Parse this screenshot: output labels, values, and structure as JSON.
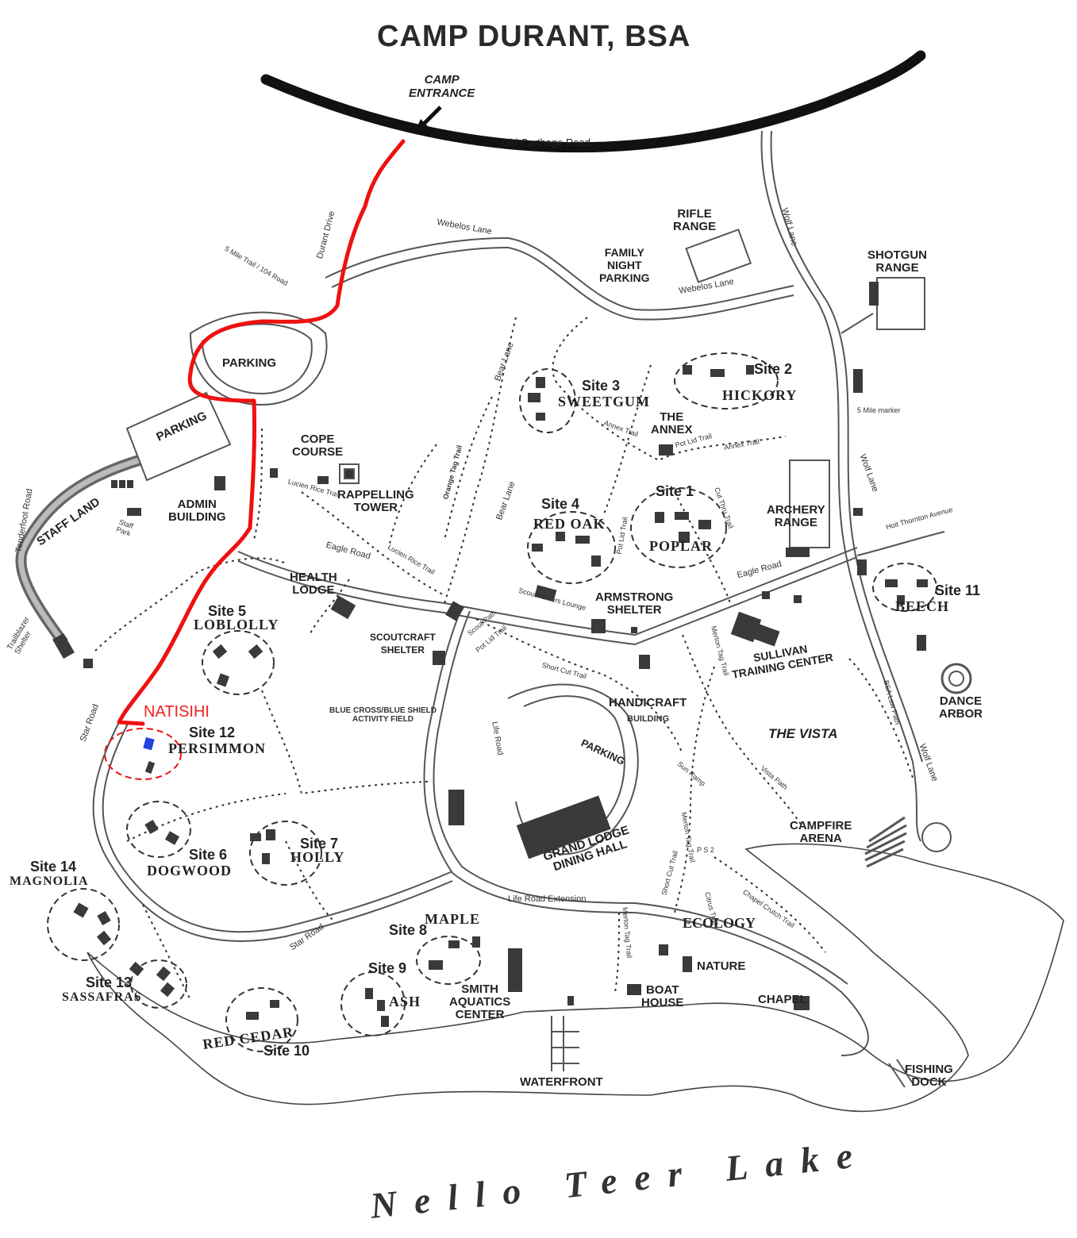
{
  "title": "CAMP DURANT, BSA",
  "lake": "Nello Teer Lake",
  "entrance": "CAMP\nENTRANCE",
  "roads": {
    "old_carthage": "Old Carthage Road",
    "webelos_1": "Webelos Lane",
    "webelos_2": "Webelos Lane",
    "durant_drive": "Durant Drive",
    "five_mile": "5 Mile Trail / 104 Road",
    "wolf_lane_1": "Wolf Lane",
    "wolf_lane_2": "Wolf Lane",
    "wolf_lane_3": "Wolf Lane",
    "bear_lane_1": "Bear Lane",
    "bear_lane_2": "Bear Lane",
    "eagle_road_1": "Eagle Road",
    "eagle_road_2": "Eagle Road",
    "tenderfoot": "Tenderfoot Road",
    "star_road_1": "Star Road",
    "star_road_2": "Star Road",
    "life_road": "Life Road",
    "life_road_ext": "Life Road Extension",
    "hoit_thornton": "Hoit Thornton Avenue",
    "five_mile_marker": "5 Mile marker",
    "annex_trail_1": "Annex Trail",
    "annex_trail_2": "Annex Trail",
    "pot_lid_1": "Pot Lid Trail",
    "pot_lid_2": "Pot Lid Trail",
    "pot_lid_3": "Pot Lid Trail",
    "cut_thru": "Cut Thru Trail",
    "lucien_rice_1": "Lucien Rice Trail",
    "lucien_rice_2": "Lucien Rice Trail",
    "orange_tag": "Orange Tag Trail",
    "scout_path": "Scout Path",
    "short_cut_1": "Short Cut Trail",
    "short_cut_2": "Short Cut Trail",
    "merton_tag_1": "Merton Tag Trail",
    "merton_tag_2": "Merton Tag Trail",
    "merton_tag_3": "Merton Tag Trail",
    "bsa_law": "BSA Law Path",
    "vista_path": "Vista Path",
    "chapel_crutch": "Chapel Crutch Trail",
    "citrus": "Citrus Trail",
    "sun_ramp": "Sun Ramp",
    "scoutmasters": "Scoutmasters Lounge",
    "ps2": "P S 2"
  },
  "places": {
    "rifle_range": "RIFLE\nRANGE",
    "family_night": "FAMILY\nNIGHT\nPARKING",
    "shotgun_range": "SHOTGUN\nRANGE",
    "parking_1": "PARKING",
    "parking_2": "PARKING",
    "parking_3": "PARKING",
    "cope_course": "COPE\nCOURSE",
    "rappelling": "RAPPELLING\nTOWER",
    "staff_land": "STAFF LAND",
    "staff_park": "Staff\nPark",
    "admin": "ADMIN\nBUILDING",
    "health_lodge": "HEALTH\nLODGE",
    "scoutcraft": "SCOUTCRAFT\nSHELTER",
    "annex": "THE\nANNEX",
    "archery": "ARCHERY\nRANGE",
    "armstrong": "ARMSTRONG\nSHELTER",
    "sullivan": "SULLIVAN\nTRAINING CENTER",
    "dance_arbor": "DANCE\nARBOR",
    "handicraft": "HANDICRAFT",
    "handicraft_bldg": "BUILDING",
    "the_vista": "THE VISTA",
    "activity_field": "BLUE CROSS/BLUE SHIELD\nACTIVITY FIELD",
    "grand_lodge": "GRAND LODGE\nDINING HALL",
    "campfire": "CAMPFIRE\nARENA",
    "ecology": "ECOLOGY",
    "nature": "NATURE",
    "boat_house": "BOAT\nHOUSE",
    "chapel": "CHAPEL",
    "smith": "SMITH\nAQUATICS\nCENTER",
    "waterfront": "WATERFRONT",
    "fishing_dock": "FISHING\nDOCK",
    "trailblazer": "Trailblazer\nShelter"
  },
  "sites": {
    "s1": {
      "num": "Site 1",
      "name": "POPLAR"
    },
    "s2": {
      "num": "Site 2",
      "name": "HICKORY"
    },
    "s3": {
      "num": "Site 3",
      "name": "SWEETGUM"
    },
    "s4": {
      "num": "Site 4",
      "name": "RED OAK"
    },
    "s5": {
      "num": "Site 5",
      "name": "LOBLOLLY"
    },
    "s6": {
      "num": "Site 6",
      "name": "DOGWOOD"
    },
    "s7": {
      "num": "Site 7",
      "name": "HOLLY"
    },
    "s8": {
      "num": "Site 8",
      "name": "MAPLE"
    },
    "s9": {
      "num": "Site 9",
      "name": "ASH"
    },
    "s10": {
      "num": "Site 10",
      "name": "RED CEDAR"
    },
    "s11": {
      "num": "Site 11",
      "name": "BEECH"
    },
    "s12": {
      "num": "Site 12",
      "name": "PERSIMMON"
    },
    "s13": {
      "num": "Site 13",
      "name": "SASSAFRAS"
    },
    "s14": {
      "num": "Site 14",
      "name": "MAGNOLIA"
    }
  },
  "annotation": "NATISIHI",
  "colors": {
    "route": "#ee1111",
    "marker": "#2244dd",
    "ink": "#333333",
    "road": "#777777"
  }
}
